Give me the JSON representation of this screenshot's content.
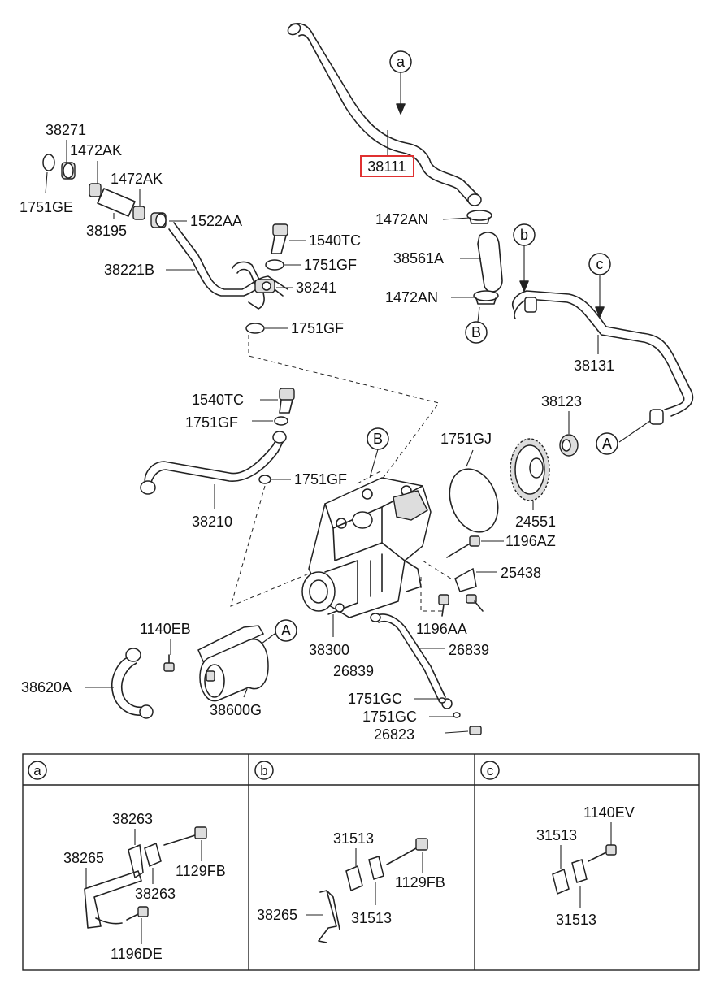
{
  "highlight": {
    "part": "38111",
    "color": "#e03030"
  },
  "callouts": {
    "a": "a",
    "b": "b",
    "c": "c",
    "A": "A",
    "B": "B"
  },
  "parts": {
    "p38271": "38271",
    "p1472AK_1": "1472AK",
    "p1472AK_2": "1472AK",
    "p1751GE": "1751GE",
    "p38195": "38195",
    "p1522AA": "1522AA",
    "p38221B": "38221B",
    "p1540TC_1": "1540TC",
    "p1751GF_1": "1751GF",
    "p38241": "38241",
    "p1751GF_2": "1751GF",
    "p38111": "38111",
    "p1472AN_1": "1472AN",
    "p38561A": "38561A",
    "p1472AN_2": "1472AN",
    "p38131": "38131",
    "p38123": "38123",
    "p1540TC_2": "1540TC",
    "p1751GF_3": "1751GF",
    "p1751GJ": "1751GJ",
    "p1751GF_4": "1751GF",
    "p38210": "38210",
    "p24551": "24551",
    "p1196AZ": "1196AZ",
    "p25438": "25438",
    "p1140EB": "1140EB",
    "p1196AA": "1196AA",
    "p38300": "38300",
    "p26839_1": "26839",
    "p26839_2": "26839",
    "p38620A": "38620A",
    "p38600G": "38600G",
    "p1751GC_1": "1751GC",
    "p1751GC_2": "1751GC",
    "p26823": "26823"
  },
  "panels": {
    "a": {
      "label": "a",
      "p38263_1": "38263",
      "p38265": "38265",
      "p1129FB": "1129FB",
      "p38263_2": "38263",
      "p1196DE": "1196DE"
    },
    "b": {
      "label": "b",
      "p31513_1": "31513",
      "p1129FB": "1129FB",
      "p38265": "38265",
      "p31513_2": "31513"
    },
    "c": {
      "label": "c",
      "p1140EV": "1140EV",
      "p31513_1": "31513",
      "p31513_2": "31513"
    }
  }
}
